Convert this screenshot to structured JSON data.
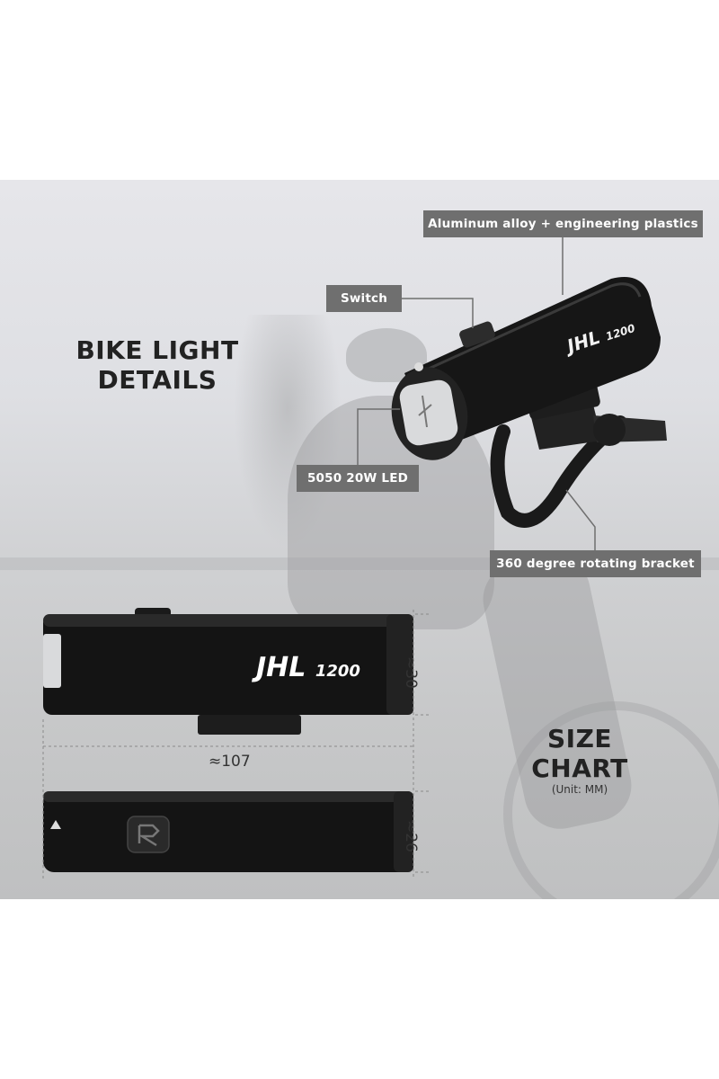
{
  "headings": {
    "details": [
      "BIKE LIGHT",
      "DETAILS"
    ],
    "size_chart": [
      "SIZE",
      "CHART"
    ],
    "unit": "(Unit: MM)"
  },
  "callouts": {
    "material": "Aluminum alloy + engineering plastics",
    "switch": "Switch",
    "led": "5050 20W LED",
    "bracket": "360 degree rotating bracket"
  },
  "product": {
    "brand": "JHL",
    "model": "1200"
  },
  "dimensions": {
    "length": "≈107",
    "height": "≈30",
    "width": "≈26"
  },
  "colors": {
    "callout_bg": "#6f6f6f",
    "light_body": "#151515",
    "heading_text": "#222222"
  }
}
